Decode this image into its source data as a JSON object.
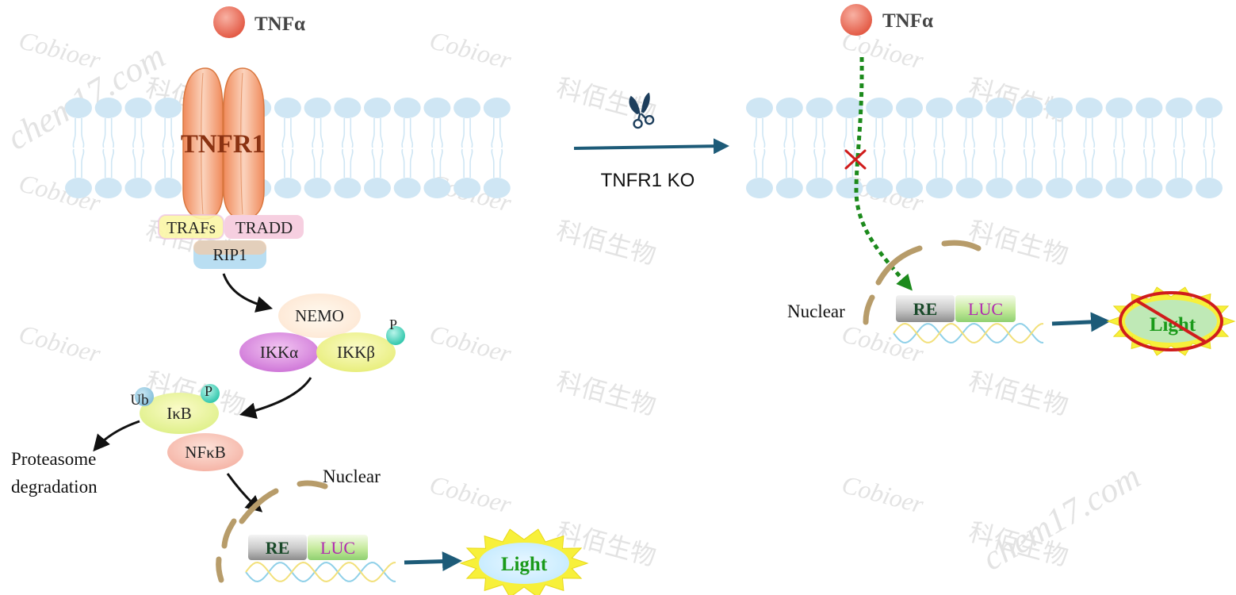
{
  "left_panel": {
    "ligand_label": "TNFα",
    "receptor_label": "TNFR1",
    "adaptors": {
      "trafs": "TRAFs",
      "tradd": "TRADD",
      "rip1": "RIP1"
    },
    "ikk_complex": {
      "nemo": "NEMO",
      "ikk_alpha": "IKKα",
      "ikk_beta": "IKKβ",
      "phospho": "P"
    },
    "ikb_complex": {
      "ub": "Ub",
      "phospho": "P",
      "ikb": "IκB",
      "nfkb": "NFκB"
    },
    "proteasome": {
      "line1": "Proteasome",
      "line2": "degradation"
    },
    "nuclear_label": "Nuclear",
    "reporter": {
      "re": "RE",
      "luc": "LUC"
    },
    "light_label": "Light"
  },
  "transition": {
    "label": "TNFR1 KO"
  },
  "right_panel": {
    "ligand_label": "TNFα",
    "nuclear_label": "Nuclear",
    "reporter": {
      "re": "RE",
      "luc": "LUC"
    },
    "light_label": "Light"
  },
  "colors": {
    "membrane": "#cfe6f4",
    "receptor": "#f4a679",
    "ligand": "#ea6a55",
    "arrow_teal": "#1d5b78",
    "green_dashed": "#1c8a1c",
    "nuclear_envelope": "#b79c6a",
    "light_text": "#1a9a1a",
    "starburst": "#f7f03a",
    "no_sign": "#d01c1c"
  },
  "watermark": {
    "brand": "Cobioer",
    "cn": "科佰生物",
    "site": "chem17.com"
  }
}
